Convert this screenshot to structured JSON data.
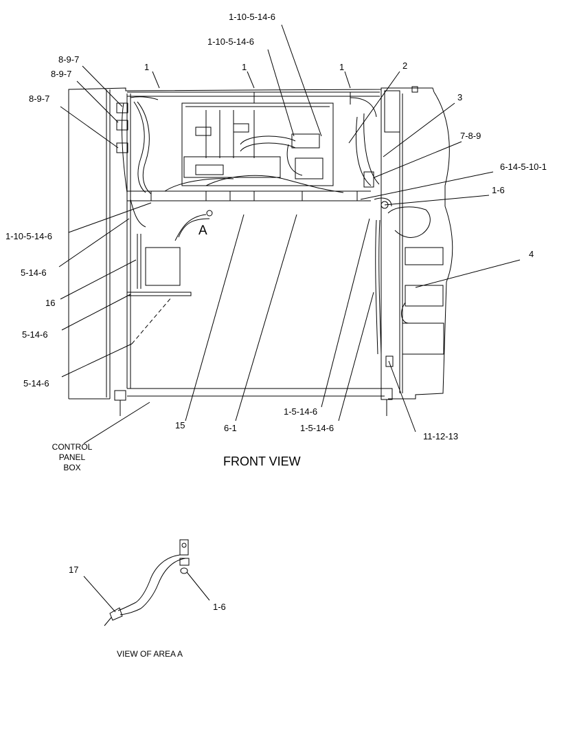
{
  "labels": {
    "top_1_10_5_14_6_a": "1-10-5-14-6",
    "top_1_10_5_14_6_b": "1-10-5-14-6",
    "c_8_9_7_a": "8-9-7",
    "c_8_9_7_b": "8-9-7",
    "c_8_9_7_c": "8-9-7",
    "c_1_a": "1",
    "c_1_b": "1",
    "c_1_c": "1",
    "c_2": "2",
    "c_3": "3",
    "c_7_8_9": "7-8-9",
    "c_6_14_5_10_1": "6-14-5-10-1",
    "c_1_6_top": "1-6",
    "c_4": "4",
    "c_1_10_5_14_6_left": "1-10-5-14-6",
    "c_5_14_6_a": "5-14-6",
    "c_16": "16",
    "c_5_14_6_b": "5-14-6",
    "c_5_14_6_c": "5-14-6",
    "c_area_a": "A",
    "c_15": "15",
    "c_6_1": "6-1",
    "c_1_5_14_6_a": "1-5-14-6",
    "c_1_5_14_6_b": "1-5-14-6",
    "c_11_12_13": "11-12-13",
    "c_17": "17",
    "c_1_6_bottom": "1-6"
  },
  "control_panel_box": [
    "CONTROL",
    "PANEL",
    "BOX"
  ],
  "front_view_title": "FRONT VIEW",
  "view_of_area_a": "VIEW OF AREA  A"
}
